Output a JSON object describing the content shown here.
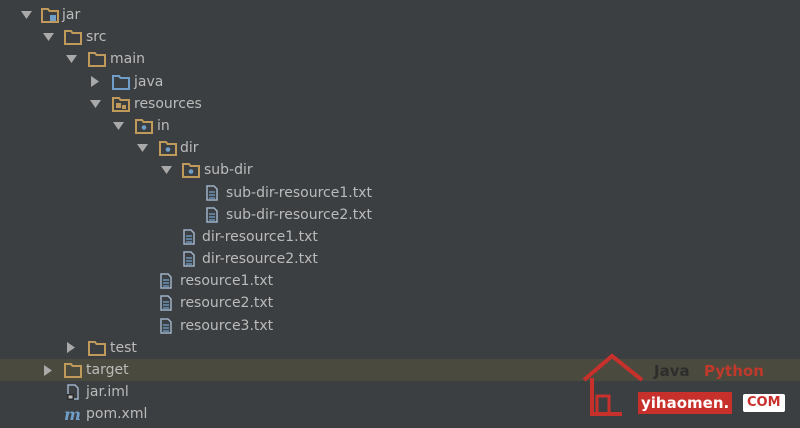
{
  "tree": {
    "jar": "jar",
    "src": "src",
    "main": "main",
    "java": "java",
    "resources": "resources",
    "in": "in",
    "dir": "dir",
    "sub_dir": "sub-dir",
    "sub_dir_resource1": "sub-dir-resource1.txt",
    "sub_dir_resource2": "sub-dir-resource2.txt",
    "dir_resource1": "dir-resource1.txt",
    "dir_resource2": "dir-resource2.txt",
    "resource1": "resource1.txt",
    "resource2": "resource2.txt",
    "resource3": "resource3.txt",
    "test": "test",
    "target": "target",
    "jar_iml": "jar.iml",
    "pom_xml": "pom.xml"
  },
  "watermark": {
    "java": "Java",
    "python": "Python",
    "domain": "yihaomen.",
    "tld": "COM"
  },
  "colors": {
    "background": "#3c3f41",
    "selected_row": "#4b4a3f",
    "text": "#bbbbbb",
    "folder": "#c09a5b",
    "source_folder": "#6f9fc9",
    "watermark_red": "#c8302c"
  }
}
